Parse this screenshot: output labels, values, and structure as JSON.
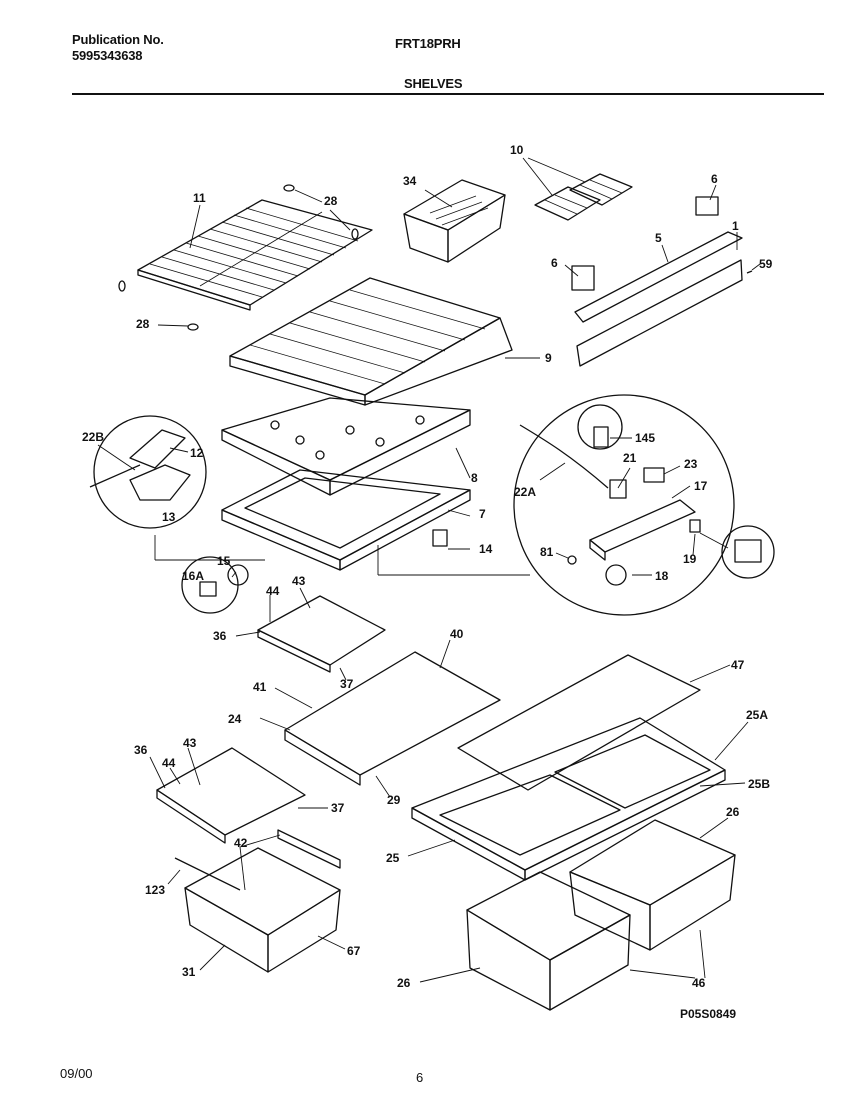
{
  "header": {
    "publication_label": "Publication No.",
    "publication_number": "5995343638",
    "model": "FRT18PRH",
    "section_title": "SHELVES"
  },
  "footer": {
    "date": "09/00",
    "page_number": "6"
  },
  "diagram": {
    "figure_code": "P05S0849",
    "callouts": [
      "11",
      "28",
      "28",
      "34",
      "10",
      "6",
      "5",
      "1",
      "59",
      "6",
      "9",
      "8",
      "22B",
      "12",
      "13",
      "7",
      "14",
      "145",
      "21",
      "23",
      "22A",
      "17",
      "81",
      "19",
      "18",
      "15",
      "16A",
      "43",
      "44",
      "36",
      "37",
      "40",
      "41",
      "24",
      "29",
      "47",
      "25A",
      "36",
      "44",
      "43",
      "37",
      "42",
      "26",
      "123",
      "67",
      "31",
      "25",
      "26",
      "46",
      "25B"
    ]
  }
}
